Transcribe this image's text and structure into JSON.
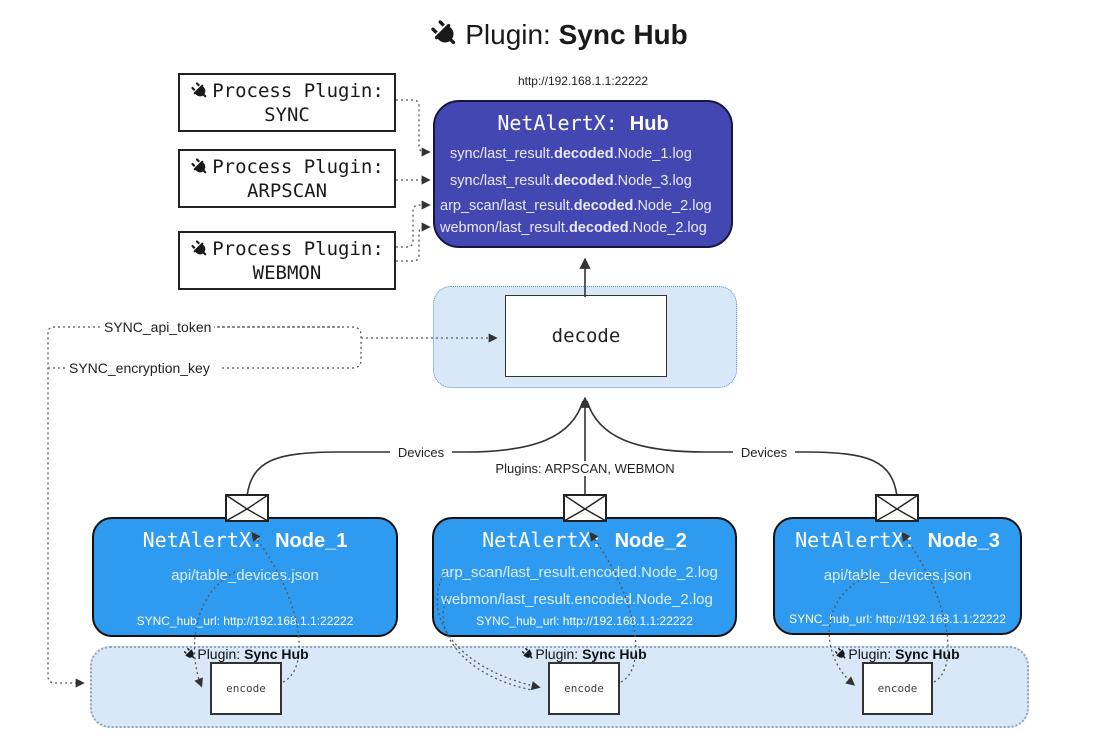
{
  "title": {
    "prefix": "Plugin: ",
    "bold": "Sync Hub"
  },
  "colors": {
    "hub_fill": "#4347b2",
    "node_fill": "#2f9bf0",
    "panel_fill": "#d8e8f8",
    "decode_panel_border": "#5f8ed6",
    "bottom_panel_border": "#8fa6bd",
    "wire": "#333333"
  },
  "process_plugins": [
    {
      "label": "Process Plugin:",
      "name": "SYNC"
    },
    {
      "label": "Process Plugin:",
      "name": "ARPSCAN"
    },
    {
      "label": "Process Plugin:",
      "name": "WEBMON"
    }
  ],
  "hub": {
    "url": "http://192.168.1.1:22222",
    "title_prefix": "NetAlertX: ",
    "title_bold": "Hub",
    "logs": [
      {
        "pre": "sync/last_result.",
        "bold": "decoded",
        "post": ".Node_1.log"
      },
      {
        "pre": "sync/last_result.",
        "bold": "decoded",
        "post": ".Node_3.log"
      },
      {
        "pre": "arp_scan/last_result.",
        "bold": "decoded",
        "post": ".Node_2.log"
      },
      {
        "pre": "webmon/last_result.",
        "bold": "decoded",
        "post": ".Node_2.log"
      }
    ]
  },
  "decode": {
    "label": "decode"
  },
  "config": {
    "api_token": "SYNC_api_token",
    "encryption_key": "SYNC_encryption_key"
  },
  "edges": {
    "devices_left": "Devices",
    "devices_right": "Devices",
    "plugins_mid": "Plugins: ARPSCAN, WEBMON"
  },
  "nodes": [
    {
      "title_prefix": "NetAlertX: ",
      "title_bold": "Node_1",
      "lines": [
        "api/table_devices.json"
      ],
      "footer": "SYNC_hub_url: http://192.168.1.1:22222"
    },
    {
      "title_prefix": "NetAlertX: ",
      "title_bold": "Node_2",
      "lines": [
        "arp_scan/last_result.encoded.Node_2.log",
        "webmon/last_result.encoded.Node_2.log"
      ],
      "footer": "SYNC_hub_url: http://192.168.1.1:22222"
    },
    {
      "title_prefix": "NetAlertX: ",
      "title_bold": "Node_3",
      "lines": [
        "api/table_devices.json"
      ],
      "footer": "SYNC_hub_url: http://192.168.1.1:22222"
    }
  ],
  "encoders": [
    {
      "label_prefix": "Plugin: ",
      "label_bold": "Sync Hub",
      "box": "encode"
    },
    {
      "label_prefix": "Plugin: ",
      "label_bold": "Sync Hub",
      "box": "encode"
    },
    {
      "label_prefix": "Plugin: ",
      "label_bold": "Sync Hub",
      "box": "encode"
    }
  ]
}
